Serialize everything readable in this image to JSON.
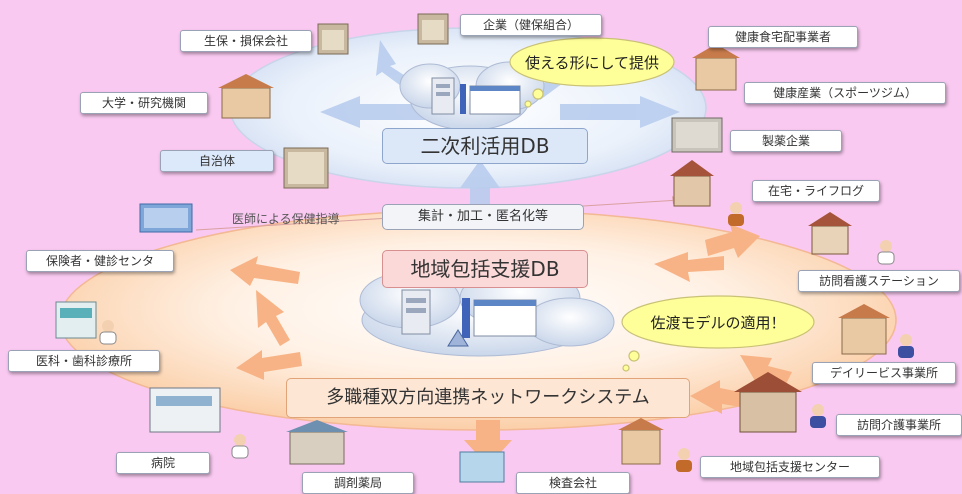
{
  "diagram": {
    "top_db": {
      "title": "二次利活用DB"
    },
    "bottom_db": {
      "title": "地域包括支援DB"
    },
    "network": {
      "title": "多職種双方向連携ネットワークシステム"
    },
    "process_label": "集計・加工・匿名化等",
    "guidance_label": "医師による保健指導",
    "callouts": {
      "provide": "使える形にして提供",
      "sado": "佐渡モデルの適用！"
    },
    "upper_nodes": {
      "insurance": "生保・損保会社",
      "corporate": "企業（健保組合）",
      "meal": "健康食宅配事業者",
      "university": "大学・研究機関",
      "sports": "健康産業（スポーツジム）",
      "municipality": "自治体",
      "pharma": "製薬企業"
    },
    "lower_nodes": {
      "insurer": "保険者・健診センタ",
      "clinic": "医科・歯科診療所",
      "hospital": "病院",
      "pharmacy": "調剤薬局",
      "lab": "検査会社",
      "home_log": "在宅・ライフログ",
      "visiting_nurse": "訪問看護ステーション",
      "day_service": "デイリービス事業所",
      "visiting_care": "訪問介護事業所",
      "support_center": "地域包括支援センター"
    }
  },
  "colors": {
    "background": "#f9c9f1",
    "top_ellipse": "#e6eefa",
    "bottom_ellipse": "#fde0c8",
    "arrow_blue": "#b9cdee",
    "arrow_orange": "#f7b385",
    "callout_fill": "#ffff99"
  }
}
